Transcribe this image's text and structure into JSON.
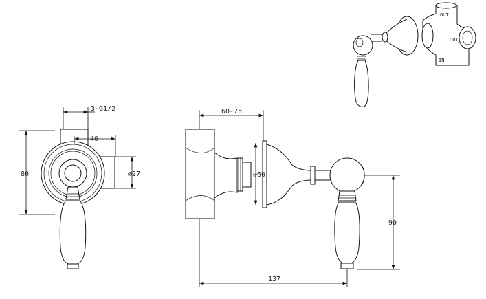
{
  "drawing": {
    "front_view": {
      "dim_thread": "3-G1/2",
      "dim_width": "40",
      "dim_height": "80",
      "dim_diameter": "⌀27"
    },
    "side_view": {
      "dim_depth": "60-75",
      "dim_flange_diameter": "⌀60",
      "dim_handle_drop": "90",
      "dim_total_projection": "137"
    },
    "iso_view": {
      "port_out_top": "OUT",
      "port_out_side": "OUT",
      "port_in": "IN"
    }
  }
}
